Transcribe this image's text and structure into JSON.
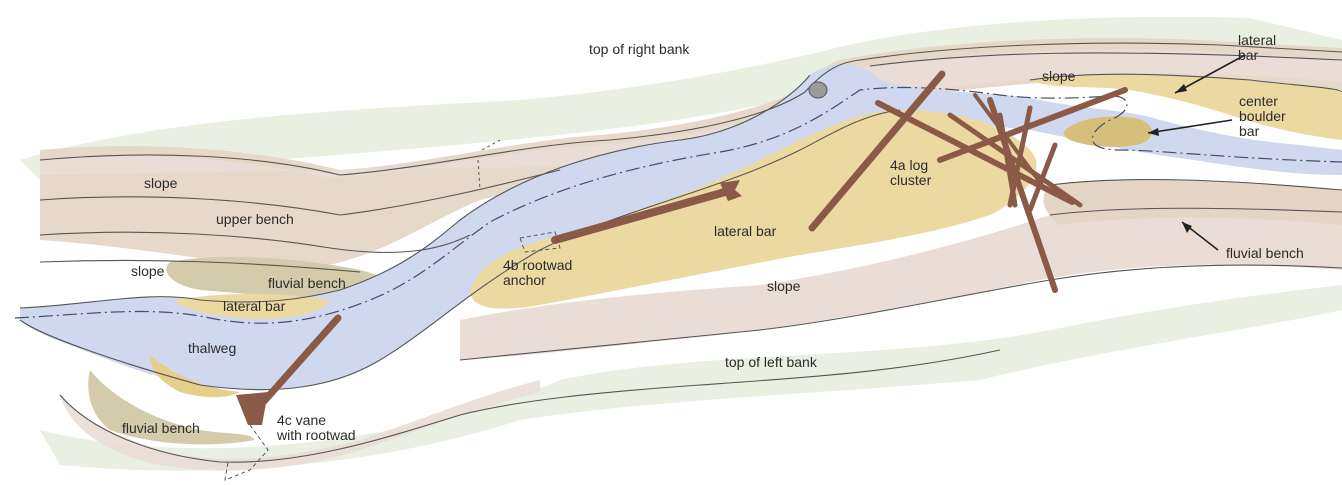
{
  "labels": {
    "top_right_bank": "top of right bank",
    "top_left_bank": "top of left bank",
    "slope_left": "slope",
    "slope_left_lower": "slope",
    "slope_right_top": "slope",
    "slope_right_bottom": "slope",
    "upper_bench": "upper bench",
    "fluvial_bench_mid": "fluvial bench",
    "fluvial_bench_left": "fluvial bench",
    "fluvial_bench_right": "fluvial bench",
    "lateral_bar_left": "lateral bar",
    "lateral_bar_center": "lateral bar",
    "lateral_bar_right": "lateral\nbar",
    "center_boulder_bar": "center\nboulder\nbar",
    "thalweg": "thalweg",
    "log_cluster": "4a log\ncluster",
    "rootwad_anchor": "4b rootwad\nanchor",
    "vane_rootwad": "4c vane\nwith rootwad"
  },
  "colors": {
    "water": "#cfd8ee",
    "bar": "#ecd9a2",
    "bench": "#e4d5c4",
    "fluvial_bench": "#d3cbaa",
    "slope": "#e9ddd6",
    "grass": "#e4ecd9",
    "wood": "#8a5a47",
    "line": "#555555"
  }
}
